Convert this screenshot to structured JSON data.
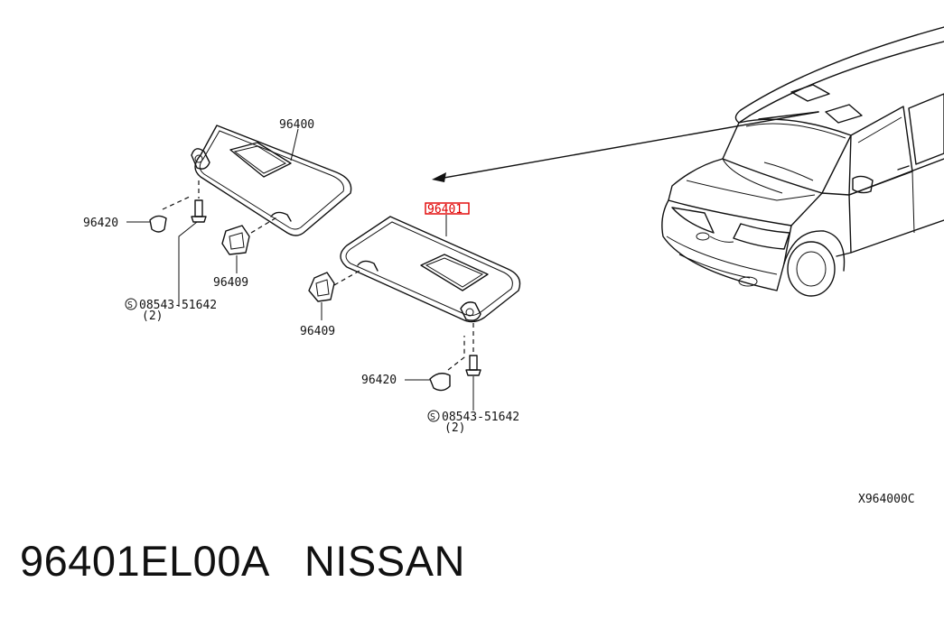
{
  "diagram": {
    "labels": {
      "visor_left": "96400",
      "visor_right": "96401",
      "clip_left": "96409",
      "clip_right": "96409",
      "cover_left": "96420",
      "cover_right": "96420",
      "screw_left": "08543-51642",
      "screw_left_qty": "(2)",
      "screw_right": "08543-51642",
      "screw_right_qty": "(2)",
      "screw_symbol": "S",
      "figure_code": "X964000C"
    },
    "highlight_color": "#e00000"
  },
  "caption": {
    "part_number": "96401EL00A",
    "brand": "NISSAN",
    "text": "96401EL00A   NISSAN"
  }
}
